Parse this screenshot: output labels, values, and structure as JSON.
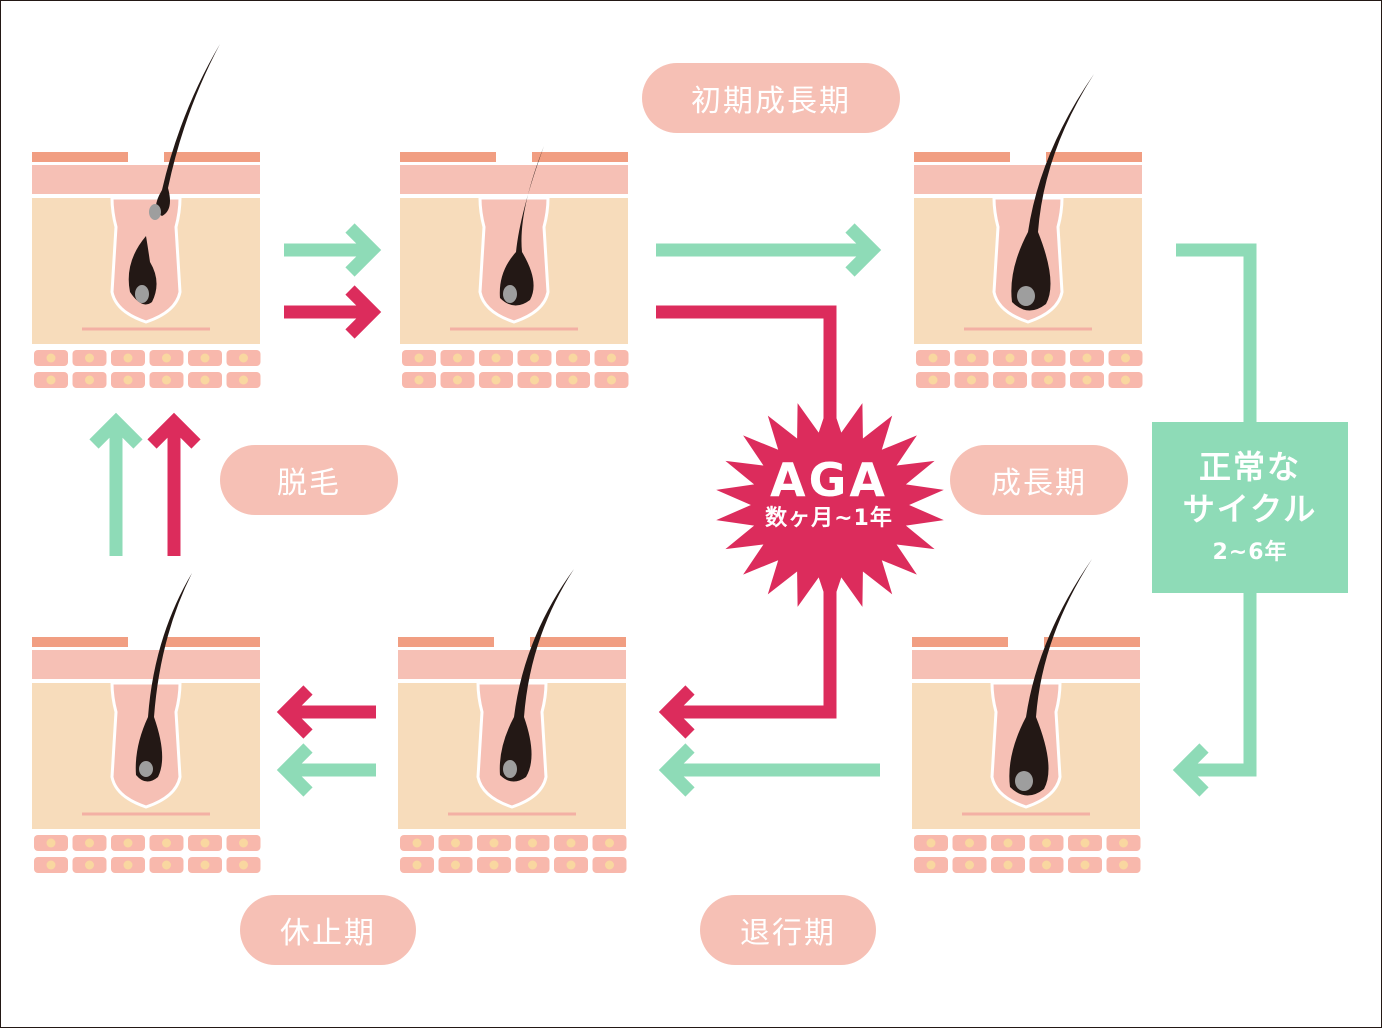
{
  "colors": {
    "pill_bg": "#f6c0b5",
    "pill_text": "#ffffff",
    "normal_green": "#8edbb7",
    "aga_magenta": "#dc2c5c",
    "skin_top": "#f19e82",
    "skin_pink": "#f6c0b5",
    "dermis": "#f7dcbb",
    "hair": "#231815",
    "papilla": "#9e9e9e",
    "cell_fill": "#f8b8ac",
    "cell_dot": "#f9d7a0"
  },
  "labels": {
    "early_anagen": "初期成長期",
    "anagen": "成長期",
    "catagen": "退行期",
    "telogen": "休止期",
    "shedding": "脱毛"
  },
  "aga": {
    "title": "AGA",
    "duration": "数ヶ月~1年"
  },
  "normal_cycle": {
    "line1": "正常な",
    "line2": "サイクル",
    "years": "2~6年"
  },
  "icons": {
    "arrow_normal": "arrow-green",
    "arrow_aga": "arrow-magenta",
    "burst": "starburst"
  }
}
